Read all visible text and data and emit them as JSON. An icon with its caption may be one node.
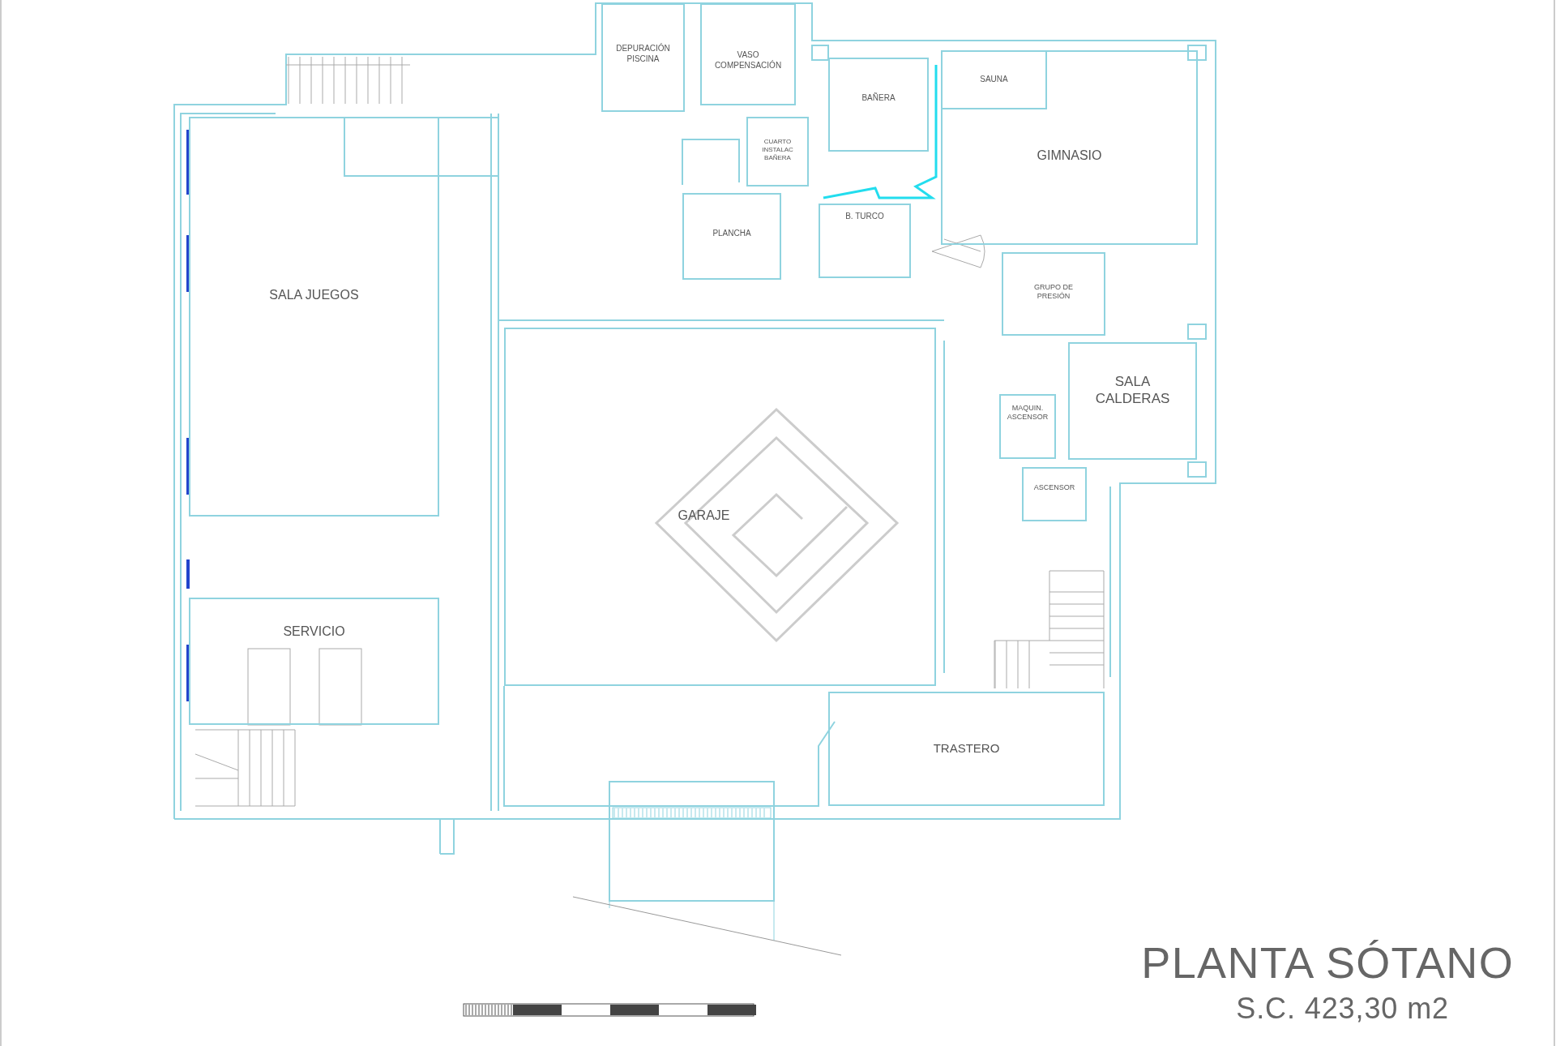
{
  "diagram": {
    "title": "PLANTA SÓTANO",
    "caption": "S.C. 423,30 m2",
    "nodes": [
      {
        "text": [
          "DEPURACIÓN PISCINA"
        ]
      },
      {
        "text": [
          "VASO COMPENSACIÓN"
        ]
      },
      {
        "text": [
          "BAÑERA"
        ]
      },
      {
        "text": [
          "GIMNASIO"
        ]
      },
      {
        "text": [
          "SAUNA"
        ],
        "in": 3
      },
      {
        "text": [
          "CUARTO INSTALAC BAÑERA"
        ]
      },
      {
        "text": [
          "PLANCHA"
        ]
      },
      {
        "text": [
          "B. TURCO"
        ]
      },
      {
        "text": [
          "SALA JUEGOS"
        ]
      },
      {
        "text": [
          "GRUPO DE PRESIÓN"
        ]
      },
      {
        "text": [
          "SALA CALDERAS"
        ]
      },
      {
        "text": [
          "MAQUIN. ASCENSOR"
        ]
      },
      {
        "text": [
          "ASCENSOR"
        ]
      },
      {
        "text": [
          "GARAJE"
        ]
      },
      {
        "text": [
          "SERVICIO"
        ]
      },
      {
        "text": [
          "TRASTERO"
        ]
      }
    ],
    "edges": []
  }
}
